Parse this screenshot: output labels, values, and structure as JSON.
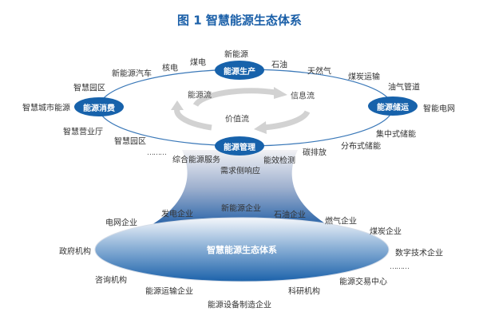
{
  "title": "图 1  智慧能源生态体系",
  "colors": {
    "node": "#1762ab",
    "title": "#1a5fa8",
    "ring": "#3a78b8"
  },
  "nodes": {
    "production": "能源生产",
    "consumption": "能源消费",
    "storage": "能源储运",
    "management": "能源管理"
  },
  "flows": {
    "energy": "能源流",
    "info": "信息流",
    "value": "价值流"
  },
  "ring_labels": {
    "new_energy": "新能源",
    "coal_power": "煤电",
    "nuclear": "核电",
    "nev": "新能源汽车",
    "park1": "智慧园区",
    "city": "智慧城市能源",
    "hall": "智慧营业厅",
    "park2": "智慧园区",
    "oil": "石油",
    "gas": "天然气",
    "coal_transport": "煤炭运输",
    "pipeline": "油气管道",
    "grid": "智能电网",
    "central_storage": "集中式储能",
    "dist_storage": "分布式储能",
    "carbon": "碳排放",
    "efficiency": "能效检测",
    "integrated": "综合能源服务",
    "demand": "需求侧响应",
    "more": "………"
  },
  "ecosystem": {
    "core": "智慧能源生态体系",
    "members": {
      "new_energy_co": "新能源企业",
      "power_gen": "发电企业",
      "oil_co": "石油企业",
      "grid_co": "电网企业",
      "gas_co": "燃气企业",
      "coal_co": "煤炭企业",
      "gov": "政府机构",
      "digital": "数字技术企业",
      "consult": "咨询机构",
      "exchange": "能源交易中心",
      "transport_co": "能源运输企业",
      "research": "科研机构",
      "equipment": "能源设备制造企业",
      "more": "………"
    }
  }
}
